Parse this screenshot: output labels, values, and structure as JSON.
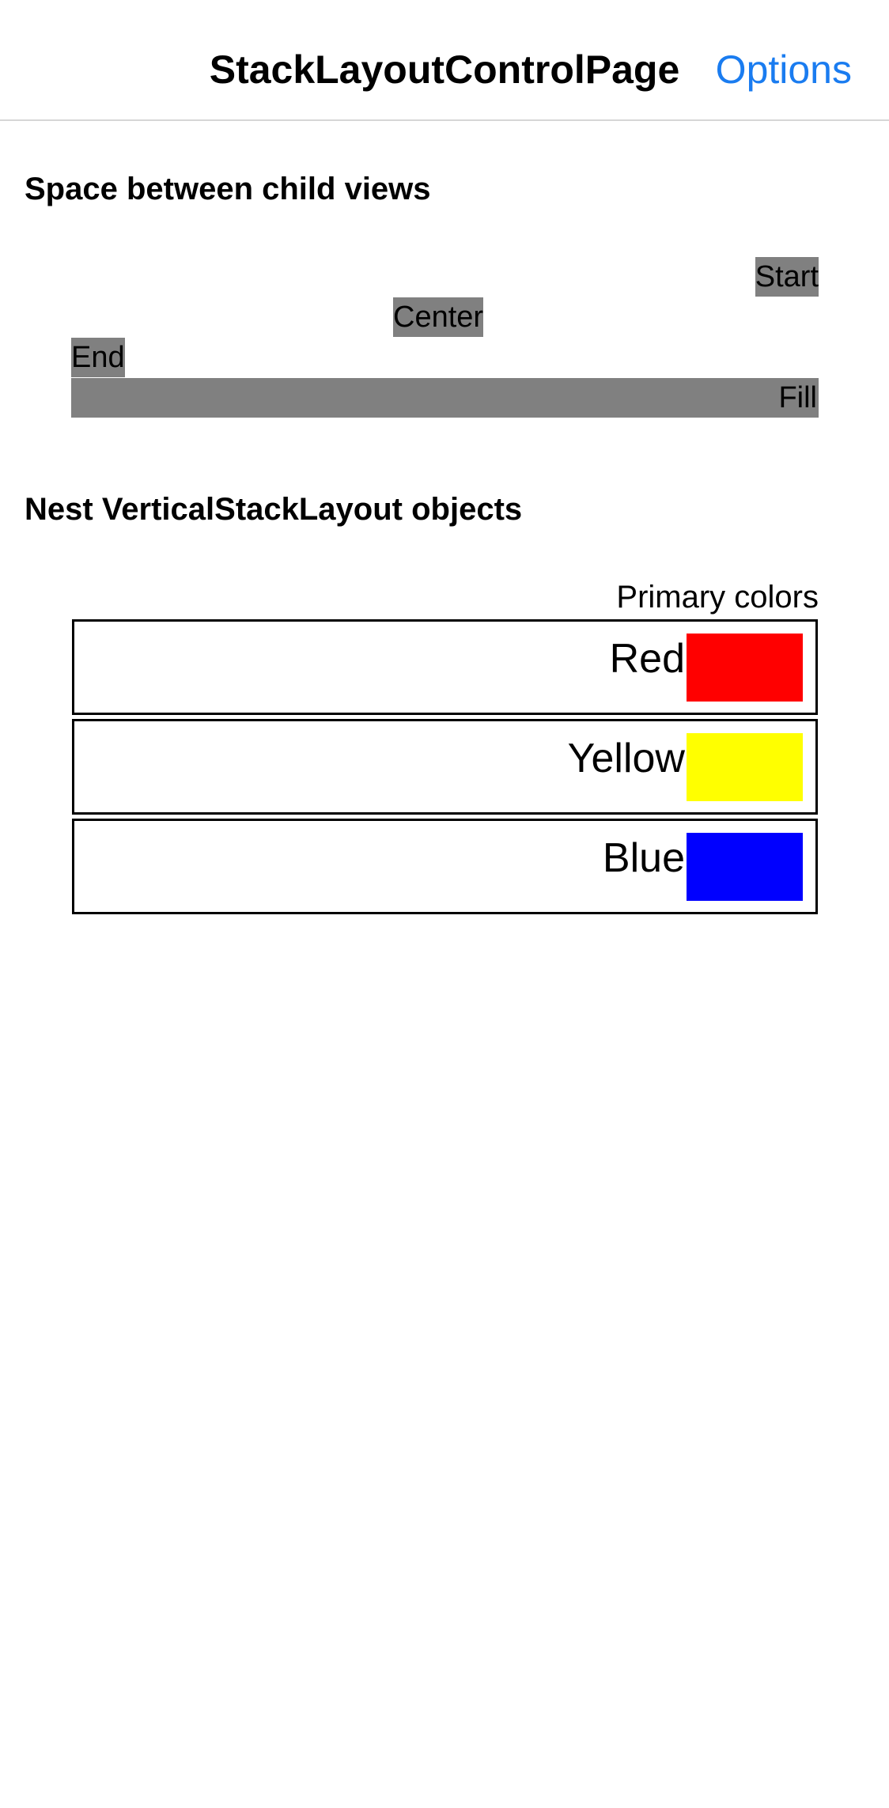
{
  "navbar": {
    "title": "StackLayoutControlPage",
    "options_label": "Options",
    "accent_color": "#1a7cf0"
  },
  "spacing_section": {
    "heading": "Space between child views",
    "items": {
      "start": "Start",
      "center": "Center",
      "end": "End",
      "fill": "Fill"
    },
    "item_background": "#808080"
  },
  "nested_section": {
    "heading": "Nest VerticalStackLayout objects",
    "caption": "Primary colors",
    "rows": [
      {
        "label": "Red",
        "color": "#ff0000"
      },
      {
        "label": "Yellow",
        "color": "#ffff00"
      },
      {
        "label": "Blue",
        "color": "#0000ff"
      }
    ]
  }
}
